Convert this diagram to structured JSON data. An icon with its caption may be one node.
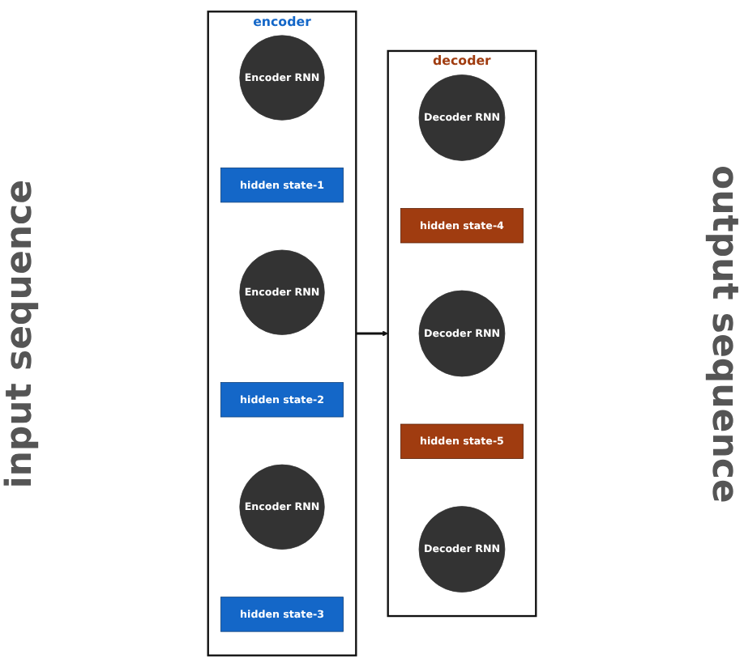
{
  "diagram": {
    "nodes": [
      {
        "text": [
          "encoder"
        ]
      },
      {
        "text": [
          "Encoder RNN"
        ],
        "in": 0
      },
      {
        "text": [
          "hidden state-1"
        ],
        "in": 0
      },
      {
        "text": [
          "Encoder RNN"
        ],
        "in": 0
      },
      {
        "text": [
          "hidden state-2"
        ],
        "in": 0
      },
      {
        "text": [
          "Encoder RNN"
        ],
        "in": 0
      },
      {
        "text": [
          "hidden state-3"
        ],
        "in": 0
      },
      {
        "text": [
          "decoder"
        ]
      },
      {
        "text": [
          "Decoder RNN"
        ],
        "in": 7
      },
      {
        "text": [
          "hidden state-4"
        ],
        "in": 7
      },
      {
        "text": [
          "Decoder RNN"
        ],
        "in": 7
      },
      {
        "text": [
          "hidden state-5"
        ],
        "in": 7
      },
      {
        "text": [
          "Decoder RNN"
        ],
        "in": 7
      }
    ],
    "edges": [
      {
        "from": 0,
        "to": 7,
        "arrow": "to"
      }
    ],
    "labels": [
      "input sequence",
      "output sequence"
    ]
  }
}
